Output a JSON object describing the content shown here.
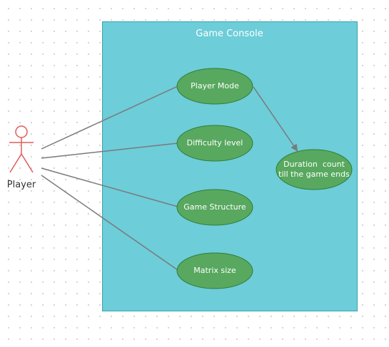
{
  "system": {
    "title": "Game Console"
  },
  "actor": {
    "name": "Player"
  },
  "use_cases": {
    "player_mode": "Player Mode",
    "difficulty_level": "Difficulty level",
    "game_structure": "Game Structure",
    "matrix_size": "Matrix size",
    "duration_line1": "Duration  count",
    "duration_line2": "till the game ends"
  },
  "colors": {
    "system_fill": "#6dcdd9",
    "system_border": "#3aa3b0",
    "use_case_fill": "#58a85f",
    "use_case_border": "#2f7d36",
    "actor_stroke": "#e05b5b",
    "connector": "#7a7a7a"
  }
}
